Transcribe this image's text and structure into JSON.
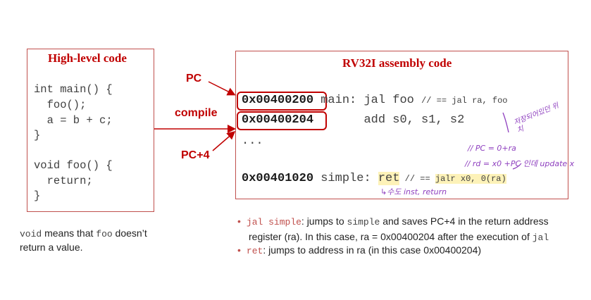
{
  "left_box": {
    "title": "High-level code",
    "lines": [
      "int main() {",
      "  foo();",
      "  a = b + c;",
      "}",
      "",
      "void foo() {",
      "  return;",
      "}"
    ]
  },
  "left_note": {
    "kw1": "void",
    "text1": " means that ",
    "kw2": "foo",
    "text2": " doesn’t",
    "line2": "return a value."
  },
  "right_box": {
    "title": "RV32I assembly code",
    "row1": {
      "addr": "0x00400200",
      "code": " main: jal foo ",
      "comment": "// == jal ra, foo"
    },
    "row2": {
      "addr": "0x00400204",
      "code": "       add s0, s1, s2"
    },
    "row3": {
      "dots": "..."
    },
    "row4": {
      "addr": "0x00401020",
      "code": " simple: ",
      "ret": "ret",
      "comment_pre": " // == ",
      "comment_hl": "jalr x0, 0(ra)"
    }
  },
  "labels": {
    "pc": "PC",
    "compile": "compile",
    "pc4": "PC+4"
  },
  "bullets": {
    "b1_code": "jal simple",
    "b1_text1": ": jumps to ",
    "b1_code2": "simple",
    "b1_text2": " and saves PC+4 in the return address",
    "b1_line2a": "register (ra). In this case, ra = 0x00400204 after the execution of ",
    "b1_code3": "jal",
    "b2_code": "ret",
    "b2_text": ": jumps to address in ra (in this case 0x00400204)"
  },
  "handwriting": {
    "korean_note": "저장되어있던 위치",
    "pc_eq": "// PC = 0+ra",
    "rd_eq": "// rd = x0 +PC 인데 update x",
    "ret_note": "↳수도 inst, return"
  },
  "colors": {
    "accent": "#c00000",
    "box_border": "#c0504d",
    "ink": "#8e3fbf"
  }
}
